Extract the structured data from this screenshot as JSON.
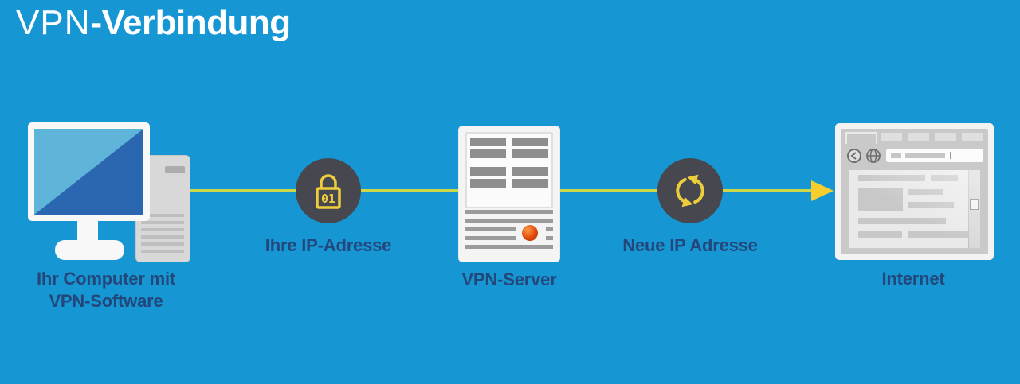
{
  "title": {
    "text_light": "VPN",
    "text_bold": "-Verbindung"
  },
  "diagram": {
    "computer": {
      "label_line1": "Ihr Computer mit",
      "label_line2": "VPN-Software"
    },
    "ip_lock": {
      "label": "Ihre IP-Adresse",
      "lock_code": "01",
      "icon": "lock-icon"
    },
    "server": {
      "label": "VPN-Server"
    },
    "new_ip": {
      "label": "Neue IP Adresse",
      "icon": "refresh-icon"
    },
    "internet": {
      "label": "Internet",
      "icon": "browser-window"
    }
  },
  "colors": {
    "background": "#1697D4",
    "connector_line": "#CCD84A",
    "arrowhead": "#F6CF2F",
    "icon_yellow": "#EECD3C",
    "circle_dark": "#47474F",
    "title_text": "#FFFFFF",
    "label_text": "#23477A",
    "screen_light": "#5FB4DA",
    "screen_dark": "#2B66B0",
    "led_orange": "#E1490C"
  }
}
